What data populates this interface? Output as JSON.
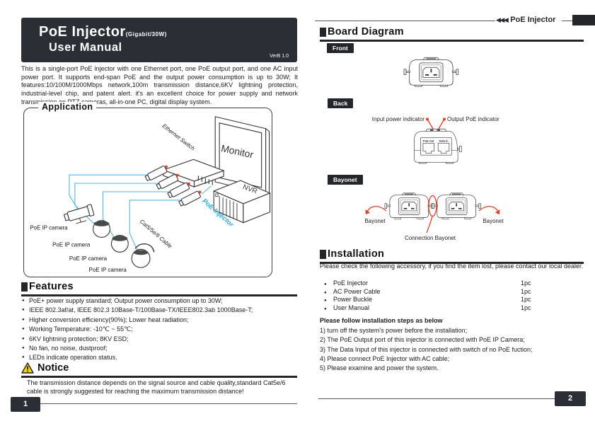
{
  "page1": {
    "header": {
      "title": "PoE Injector",
      "title_paren": "(Gigabit/30W)",
      "subtitle": "User Manual",
      "version": "VerB 1.0"
    },
    "intro": "This is a single-port PoE injector with one Ethernet port, one PoE output port, and one AC input power port. It supports end-span PoE and the output power consumption is up to 30W; It features:10/100M/1000Mbps network,100m transmission distance,6KV lightning protection, industrial-level chip, and patent alert. it's an excellent choice for power supply and network transmission on PTZ cameras, all-in-one PC, digital display system.",
    "application": {
      "title": "Application",
      "monitor_label": "Monitor",
      "switch_label": "Ethernet Switch",
      "nvr_label": "NVR",
      "injector_label": "PoE Injector",
      "cable_label": "Cat5/5e/6 Cable",
      "camera_labels": [
        "PoE IP camera",
        "PoE IP camera",
        "PoE IP camera",
        "PoE IP camera"
      ]
    },
    "features": {
      "title": "Features",
      "items": [
        "PoE+ power supply standard; Output power consumption up to 30W;",
        "IEEE 802.3af/at,  IEEE 802.3 10Base-T/100Base-TX/IEEE802.3ab 1000Base-T;",
        "Higher conversion efficiency(90%); Lower  heat radiation;",
        "Working Temperature: -10℃ ~ 55℃;",
        "6KV lightning protection; 8KV ESD;",
        "No fan, no noise, dustproof;",
        "LEDs indicate operation status."
      ]
    },
    "notice": {
      "title": "Notice",
      "text": "The transmission distance depends on the signal source and cable quality,standard Cat5e/6 cable is strongly suggested for reaching the maximum transmission distance!"
    },
    "page_number": "1"
  },
  "page2": {
    "brand": "PoE Injector",
    "brand_arrows": "◀◀◀",
    "board": {
      "title": "Board Diagram",
      "front_tag": "Front",
      "back_tag": "Back",
      "bayonet_tag": "Bayonet",
      "input_indicator": "Input  power indicator",
      "output_indicator": "Output PoE indicator",
      "port_poe_out": "PoE Out",
      "port_data_in": "Data In",
      "bayonet_left": "Bayonet",
      "bayonet_right": "Bayonet",
      "connection_bayonet": "Connection Bayonet"
    },
    "installation": {
      "title": "Installation",
      "intro": "Please check the following accessory, if you find the item lost, please contact our local dealer.",
      "accessories": [
        {
          "name": "PoE Injector",
          "qty": "1pc"
        },
        {
          "name": "AC Power Cable",
          "qty": "1pc"
        },
        {
          "name": "Power Buckle",
          "qty": "1pc"
        },
        {
          "name": "User Manual",
          "qty": "1pc"
        }
      ],
      "steps_title": "Please follow installation steps as below",
      "steps": [
        "1) turn off the system's power before the installation;",
        "2) The PoE Output port of this injector is connected with PoE IP Camera;",
        "3) The Data Input of this injector is connected with switch of no PoE fuction;",
        "4) Please connect PoE Injector with AC cable;",
        "5) Please examine and power the system."
      ]
    },
    "page_number": "2"
  }
}
